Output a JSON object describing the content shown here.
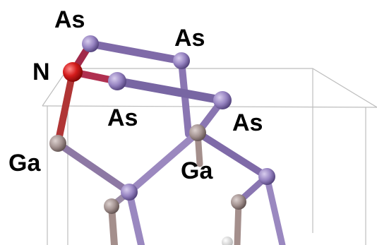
{
  "labels": {
    "as_top_left": "As",
    "as_top_right": "As",
    "n": "N",
    "as_middle": "As",
    "as_right": "As",
    "ga_left": "Ga",
    "ga_center": "Ga"
  },
  "colors": {
    "as_atom": "#8f7cb8",
    "ga_atom": "#9c8b89",
    "n_atom": "#d01818",
    "as_bond": "#7f6aa8",
    "ga_bond": "#a48f8c",
    "cell_edge": "#bdbdbd",
    "label_text": "#000000"
  }
}
